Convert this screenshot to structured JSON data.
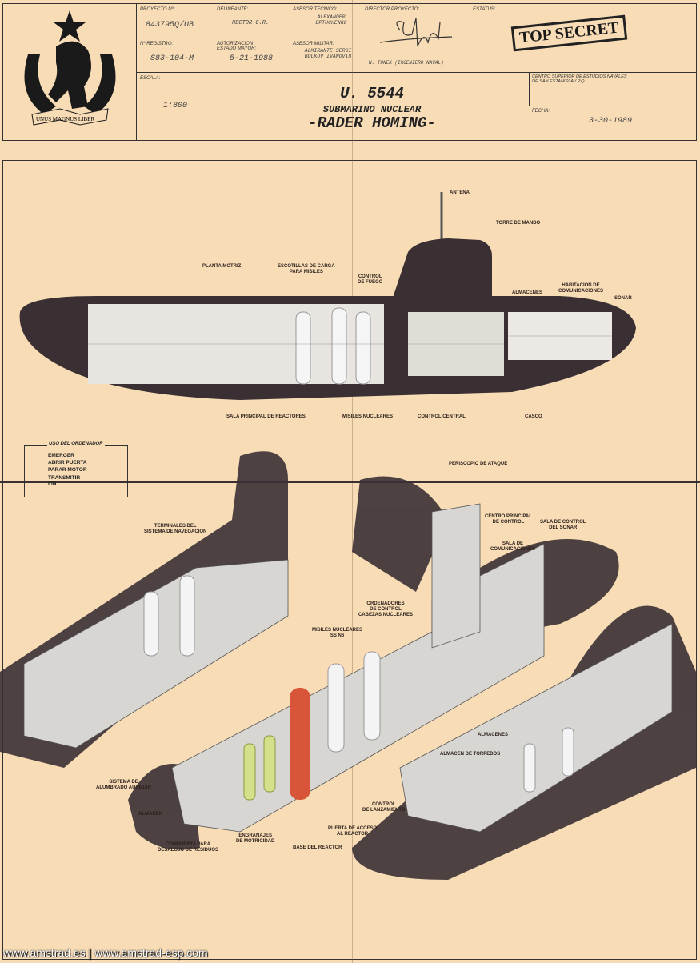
{
  "logo": {
    "motto": [
      "UNUS",
      "MAGNUS",
      "LIBER"
    ]
  },
  "header": {
    "proyecto": {
      "label": "PROYECTO Nº:",
      "value": "843795Q/UB"
    },
    "delineante": {
      "label": "DELINEANTE:",
      "value": "HECTOR G.R."
    },
    "asesor_tecnico": {
      "label": "ASESOR TECNICO:",
      "value": "ALEXANDER EPTUCHENKO"
    },
    "director": {
      "label": "DIRECTOR PROYECTO:",
      "value": "W. TONEK (INGENIERO NAVAL)"
    },
    "estatus": {
      "label": "ESTATUS:",
      "stamp": "TOP SECRET"
    },
    "registro": {
      "label": "Nº REGISTRO:",
      "value": "S83-104-M"
    },
    "autorizacion": {
      "label": "AUTORIZACION ESTADO MAYOR:",
      "value": "5-21-1988"
    },
    "asesor_militar": {
      "label": "ASESOR MILITAR:",
      "value": "ALMIRANTE SERGI BOLKOV IVANOVIN"
    },
    "escala": {
      "label": "ESCALA:",
      "value": "1:800"
    },
    "title": "U. 5544",
    "subtitle": "SUBMARINO NUCLEAR",
    "name": "-RADER HOMING-",
    "centro": "CENTRO SUPERIOR DE ESTUDIOS NAVALES DE SAN ESTANISLAV P.Q.",
    "fecha": {
      "label": "FECHA:",
      "value": "3-30-1989"
    }
  },
  "profile_labels": [
    "ANTENA",
    "TORRE DE MANDO",
    "PLANTA MOTRIZ",
    "ESCOTILLAS DE CARGA\nPARA MISILES",
    "CONTROL\nDE FUEGO",
    "ALMACENES",
    "HABITACION DE\nCOMUNICACIONES",
    "SONAR",
    "SALA PRINCIPAL DE REACTORES",
    "MISILES NUCLEARES",
    "CONTROL CENTRAL",
    "CASCO"
  ],
  "menu": {
    "title": "USO DEL ORDENADOR",
    "items": [
      "EMERGER",
      "ABRIR PUERTA",
      "PARAR  MOTOR",
      "TRANSMITIR",
      "FIN"
    ]
  },
  "cutaway_labels": [
    "PERISCOPIO DE ATAQUE",
    "CENTRO PRINCIPAL\nDE CONTROL",
    "SALA DE CONTROL\nDEL SONAR",
    "SALA DE\nCOMUNICACIONES",
    "TERMINALES DEL\nSISTEMA DE NAVEGACION",
    "ORDENADORES\nDE CONTROL\nCABEZAS NUCLEARES",
    "MISILES NUCLEARES\nSS N6",
    "ALMACENES",
    "ALMACEN DE TORPEDOS",
    "SISTEMA DE\nALUMBRADO AUXILIAR",
    "ALMACEN",
    "COMPUERTA PARA\nDESALOJO DE RESIDUOS",
    "ENGRANAJES\nDE MOTRICIDAD",
    "BASE DEL REACTOR",
    "PUERTA DE ACCESO\nAL REACTOR",
    "CONTROL\nDE LANZAMIENTO"
  ],
  "footer": "www.amstrad.es | www.amstrad-esp.com",
  "colors": {
    "paper": "#f7dcb6",
    "hull": "#3a3034",
    "reactor": "#d9553a",
    "missile": "#f2f2f2"
  }
}
